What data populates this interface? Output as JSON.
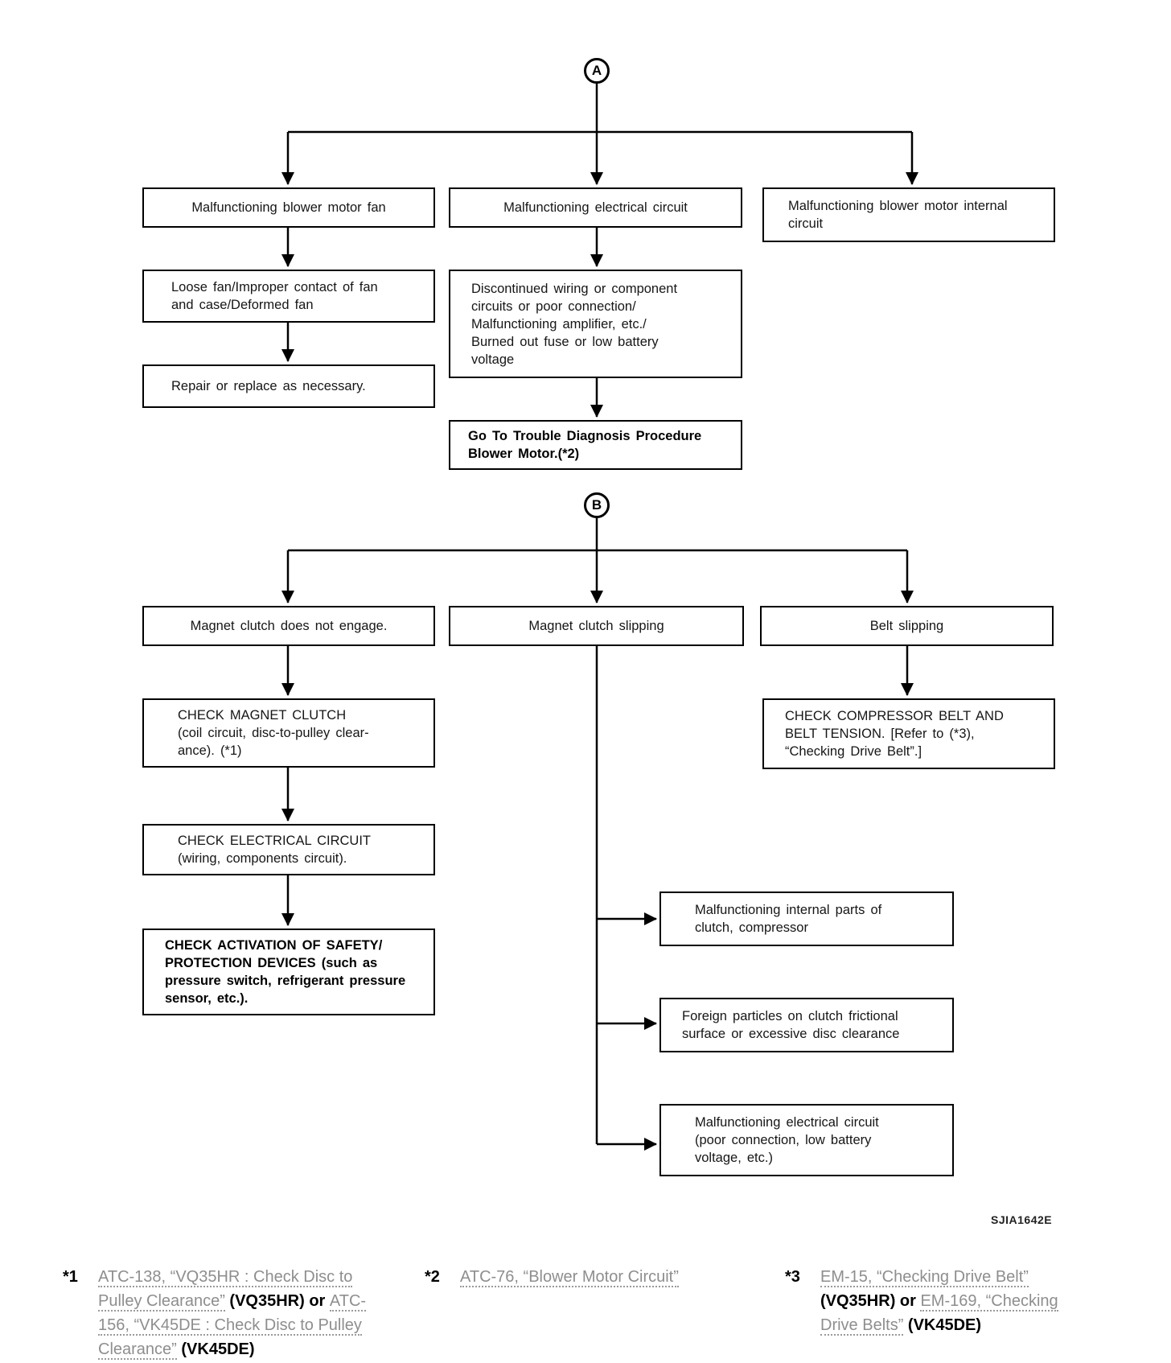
{
  "diagram": {
    "connector_a": "A",
    "connector_b": "B",
    "image_code": "SJIA1642E",
    "colors": {
      "line": "#000000",
      "background": "#ffffff",
      "link_text": "#8e8e8e"
    },
    "nodes": {
      "blower_motor_fan": "Malfunctioning blower motor fan",
      "electrical_circuit": "Malfunctioning electrical circuit",
      "blower_internal_circuit": "Malfunctioning blower motor internal\ncircuit",
      "loose_fan": "Loose fan/Improper contact of fan\nand case/Deformed fan",
      "repair_replace": "Repair or replace as necessary.",
      "discontinued_wiring": "Discontinued wiring or component\ncircuits or poor connection/\nMalfunctioning amplifier, etc./\nBurned out fuse or low battery\nvoltage",
      "go_to_trouble": "Go To Trouble Diagnosis Procedure\nBlower Motor.(*2)",
      "clutch_not_engage": "Magnet clutch does not engage.",
      "clutch_slipping": "Magnet clutch slipping",
      "belt_slipping": "Belt slipping",
      "check_magnet_clutch": "CHECK MAGNET CLUTCH\n(coil circuit, disc-to-pulley clear-\nance). (*1)",
      "check_electrical_circuit": "CHECK ELECTRICAL CIRCUIT\n(wiring, components circuit).",
      "check_safety_devices": "CHECK ACTIVATION OF SAFETY/\nPROTECTION DEVICES (such as\npressure switch, refrigerant pressure\nsensor, etc.).",
      "check_compressor_belt": "CHECK COMPRESSOR BELT AND\nBELT TENSION. [Refer to (*3),\n“Checking Drive Belt”.]",
      "internal_parts": "Malfunctioning internal parts of\nclutch, compressor",
      "foreign_particles": "Foreign particles on clutch frictional\nsurface or excessive disc clearance",
      "electrical_poor_connection": "Malfunctioning electrical circuit\n(poor connection, low battery\nvoltage, etc.)"
    },
    "footnotes": {
      "f1": {
        "marker": "*1",
        "s1": "ATC-138, “VQ35HR : Check Disc to",
        "s2": "Pulley Clearance”",
        "s3": " (VQ35HR) or ",
        "s4": "ATC-",
        "s5": "156, “VK45DE : Check Disc to Pulley",
        "s6": "Clearance”",
        "s7": " (VK45DE)"
      },
      "f2": {
        "marker": "*2",
        "s1": "ATC-76, “Blower Motor Circuit”"
      },
      "f3": {
        "marker": "*3",
        "s1": "EM-15, “Checking Drive Belt”",
        "s2": "(VQ35HR) or ",
        "s3": "EM-169, “Checking",
        "s4": "Drive Belts”",
        "s5": " (VK45DE)"
      }
    }
  }
}
